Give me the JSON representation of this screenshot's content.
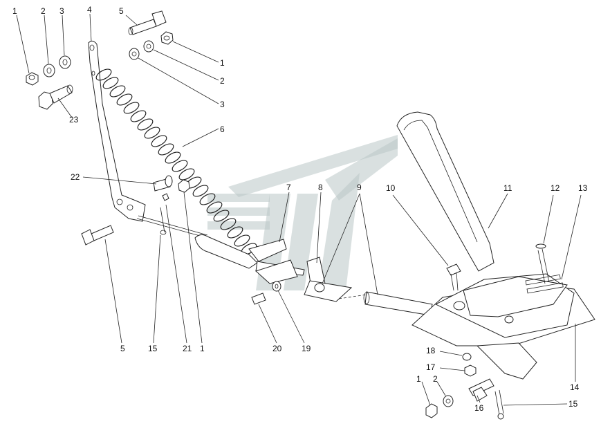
{
  "colors": {
    "line": "#222222",
    "watermark": "#b9c7c6",
    "background": "#ffffff"
  },
  "callouts": [
    {
      "id": "c1a",
      "label": "1"
    },
    {
      "id": "c2a",
      "label": "2"
    },
    {
      "id": "c3a",
      "label": "3"
    },
    {
      "id": "c4",
      "label": "4"
    },
    {
      "id": "c5a",
      "label": "5"
    },
    {
      "id": "c1b",
      "label": "1"
    },
    {
      "id": "c2b",
      "label": "2"
    },
    {
      "id": "c3b",
      "label": "3"
    },
    {
      "id": "c6",
      "label": "6"
    },
    {
      "id": "c23",
      "label": "23"
    },
    {
      "id": "c22",
      "label": "22"
    },
    {
      "id": "c7",
      "label": "7"
    },
    {
      "id": "c8",
      "label": "8"
    },
    {
      "id": "c9",
      "label": "9"
    },
    {
      "id": "c10",
      "label": "10"
    },
    {
      "id": "c11",
      "label": "11"
    },
    {
      "id": "c12",
      "label": "12"
    },
    {
      "id": "c13",
      "label": "13"
    },
    {
      "id": "c5b",
      "label": "5"
    },
    {
      "id": "c15a",
      "label": "15"
    },
    {
      "id": "c21",
      "label": "21"
    },
    {
      "id": "c1c",
      "label": "1"
    },
    {
      "id": "c20",
      "label": "20"
    },
    {
      "id": "c19",
      "label": "19"
    },
    {
      "id": "c14",
      "label": "14"
    },
    {
      "id": "c18",
      "label": "18"
    },
    {
      "id": "c17",
      "label": "17"
    },
    {
      "id": "c1d",
      "label": "1"
    },
    {
      "id": "c2c",
      "label": "2"
    },
    {
      "id": "c16",
      "label": "16"
    },
    {
      "id": "c15b",
      "label": "15"
    }
  ]
}
